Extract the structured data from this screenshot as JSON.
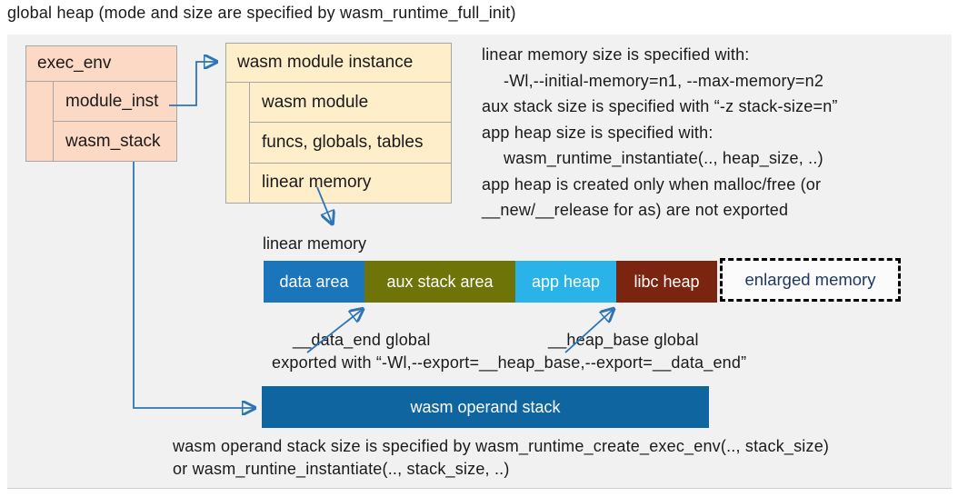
{
  "title": "global heap (mode and size are specified by wasm_runtime_full_init)",
  "exec_env_box": {
    "header": "exec_env",
    "rows": [
      "module_inst",
      "wasm_stack"
    ]
  },
  "module_instance_box": {
    "header": "wasm module instance",
    "rows": [
      "wasm module",
      "funcs, globals, tables",
      "linear memory"
    ]
  },
  "notes_right": {
    "lines": [
      "linear memory size is specified with:",
      "-Wl,--initial-memory=n1, --max-memory=n2",
      "aux stack size is specified with “-z stack-size=n”",
      "app heap size is specified with:",
      "wasm_runtime_instantiate(.., heap_size, ..)",
      "app heap is created only when malloc/free (or",
      "__new/__release for as) are not exported"
    ]
  },
  "linear_memory": {
    "label": "linear memory",
    "segments": [
      {
        "label": "data area",
        "color": "#1b75bb"
      },
      {
        "label": "aux stack area",
        "color": "#6f7409"
      },
      {
        "label": "app heap",
        "color": "#29b3e8"
      },
      {
        "label": "libc heap",
        "color": "#7b2511"
      }
    ],
    "enlarged": {
      "label": "enlarged memory",
      "text_color": "#1f3864"
    }
  },
  "annotations": {
    "data_end": "__data_end global",
    "heap_base": "__heap_base global",
    "exported": "exported with “-Wl,--export=__heap_base,--export=__data_end”"
  },
  "operand_stack": {
    "label": "wasm operand stack",
    "color": "#0f65a0"
  },
  "bottom_notes": {
    "line1": "wasm operand stack size is specified by wasm_runtime_create_exec_env(.., stack_size)",
    "line2": "or wasm_runtine_instantiate(.., stack_size, ..)"
  },
  "colors": {
    "panel_bg": "#f1f1f1",
    "exec_box_fill": "#fcd9c5",
    "module_box_fill": "#feeec9",
    "box_border": "#a6a6a6",
    "arrow_blue": "#2e75b6"
  }
}
